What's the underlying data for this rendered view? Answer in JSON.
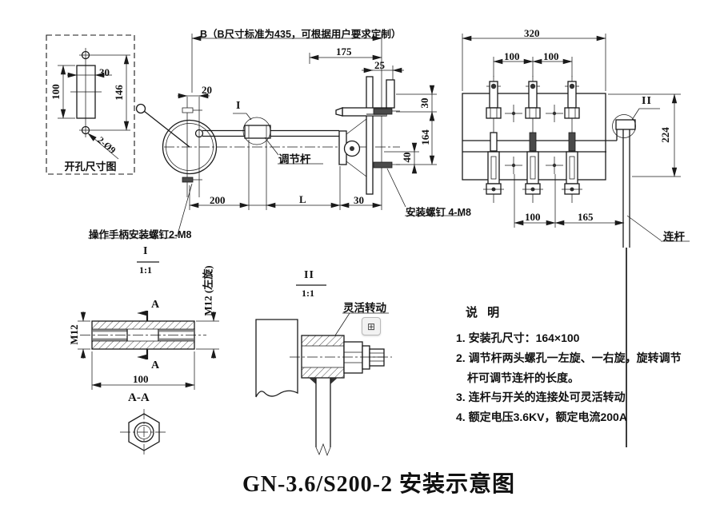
{
  "title": "GN-3.6/S200-2 安装示意图",
  "colors": {
    "line": "#1a1a1a",
    "dark_fill": "#4a4a4a",
    "background": "#ffffff"
  },
  "cutout_detail": {
    "caption": "开孔尺寸图",
    "dims": {
      "slot_width": "30",
      "slot_height": "100",
      "hole_spacing": "146",
      "holes": "2-Ø9"
    }
  },
  "front_view": {
    "dims": {
      "b": "B（B尺寸标准为435，可根据用户要求定制）",
      "offset20": "20",
      "d175": "175",
      "d25": "25",
      "d30_top": "30",
      "d164": "164",
      "d40": "40",
      "d200": "200",
      "dL": "L",
      "d30_bottom": "30"
    },
    "labels": {
      "detail_i": "I",
      "adjust_rod": "调节杆",
      "handle_screw": "操作手柄安装螺钉2-M8",
      "mount_screw": "安装螺钉 4-M8"
    }
  },
  "side_view": {
    "dims": {
      "d320": "320",
      "d100_a": "100",
      "d100_b": "100",
      "d224": "224",
      "d100_bottom": "100",
      "d165": "165"
    },
    "labels": {
      "detail_ii": "II",
      "link_rod": "连杆"
    }
  },
  "detail_i": {
    "label": "I",
    "scale": "1:1",
    "dims": {
      "m12": "M12",
      "m12_left": "M12 (左旋)",
      "len100": "100"
    },
    "section": {
      "mark": "A",
      "title": "A-A"
    }
  },
  "detail_ii": {
    "label": "II",
    "scale": "1:1",
    "note": "灵活转动",
    "overlay_icon_glyph": "⊞"
  },
  "notes": {
    "heading": "说 明",
    "lines": [
      "1. 安装孔尺寸：164×100",
      "2. 调节杆两头螺孔一左旋、一右旋，旋转调节",
      "杆可调节连杆的长度。",
      "3. 连杆与开关的连接处可灵活转动",
      "4. 额定电压3.6KV，额定电流200A"
    ]
  }
}
